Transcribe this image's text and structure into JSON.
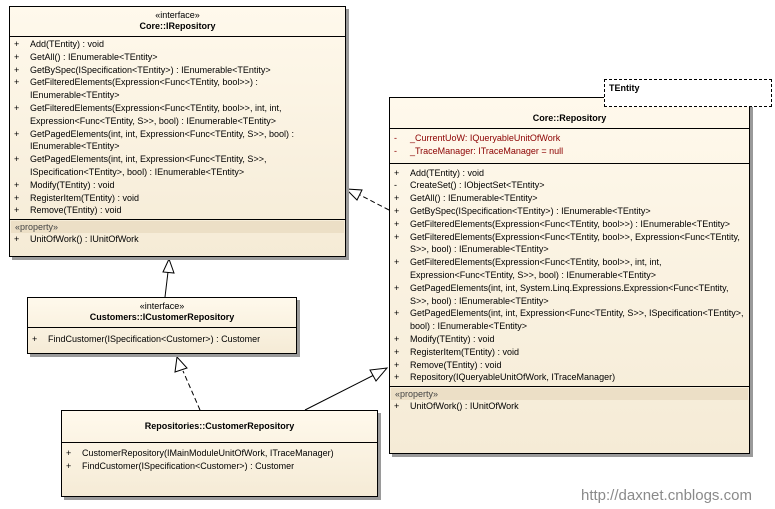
{
  "irepository": {
    "stereotype": "«interface»",
    "name": "Core::IRepository",
    "operations": [
      {
        "vis": "+",
        "text": "Add(TEntity) : void"
      },
      {
        "vis": "+",
        "text": "GetAll() : IEnumerable<TEntity>"
      },
      {
        "vis": "+",
        "text": "GetBySpec(ISpecification<TEntity>) : IEnumerable<TEntity>"
      },
      {
        "vis": "+",
        "text": "GetFilteredElements(Expression<Func<TEntity, bool>>) : IEnumerable<TEntity>"
      },
      {
        "vis": "+",
        "text": "GetFilteredElements(Expression<Func<TEntity, bool>>, int, int, Expression<Func<TEntity, S>>, bool) : IEnumerable<TEntity>"
      },
      {
        "vis": "+",
        "text": "GetPagedElements(int, int, Expression<Func<TEntity, S>>, bool) : IEnumerable<TEntity>"
      },
      {
        "vis": "+",
        "text": "GetPagedElements(int, int, Expression<Func<TEntity, S>>, ISpecification<TEntity>, bool) : IEnumerable<TEntity>"
      },
      {
        "vis": "+",
        "text": "Modify(TEntity) : void"
      },
      {
        "vis": "+",
        "text": "RegisterItem(TEntity) : void"
      },
      {
        "vis": "+",
        "text": "Remove(TEntity) : void"
      }
    ],
    "property_label": "«property»",
    "properties": [
      {
        "vis": "+",
        "text": "UnitOfWork() : IUnitOfWork"
      }
    ]
  },
  "icustomerrepository": {
    "stereotype": "«interface»",
    "name": "Customers::ICustomerRepository",
    "operations": [
      {
        "vis": "+",
        "text": "FindCustomer(ISpecification<Customer>) : Customer"
      }
    ]
  },
  "customerrepository": {
    "name": "Repositories::CustomerRepository",
    "operations": [
      {
        "vis": "+",
        "text": "CustomerRepository(IMainModuleUnitOfWork, ITraceManager)"
      },
      {
        "vis": "+",
        "text": "FindCustomer(ISpecification<Customer>) : Customer"
      }
    ]
  },
  "repository": {
    "template_param": "TEntity",
    "name": "Core::Repository",
    "attributes": [
      {
        "vis": "-",
        "text": "_CurrentUoW:  IQueryableUnitOfWork"
      },
      {
        "vis": "-",
        "text": "_TraceManager:  ITraceManager = null"
      }
    ],
    "operations": [
      {
        "vis": "+",
        "text": "Add(TEntity) : void"
      },
      {
        "vis": "-",
        "text": "CreateSet() : IObjectSet<TEntity>"
      },
      {
        "vis": "+",
        "text": "GetAll() : IEnumerable<TEntity>"
      },
      {
        "vis": "+",
        "text": "GetBySpec(ISpecification<TEntity>) : IEnumerable<TEntity>"
      },
      {
        "vis": "+",
        "text": "GetFilteredElements(Expression<Func<TEntity, bool>>) : IEnumerable<TEntity>"
      },
      {
        "vis": "+",
        "text": "GetFilteredElements(Expression<Func<TEntity, bool>>, Expression<Func<TEntity, S>>, bool) : IEnumerable<TEntity>"
      },
      {
        "vis": "+",
        "text": "GetFilteredElements(Expression<Func<TEntity, bool>>, int, int, Expression<Func<TEntity, S>>, bool) : IEnumerable<TEntity>"
      },
      {
        "vis": "+",
        "text": "GetPagedElements(int, int, System.Linq.Expressions.Expression<Func<TEntity, S>>, bool) : IEnumerable<TEntity>"
      },
      {
        "vis": "+",
        "text": "GetPagedElements(int, int, Expression<Func<TEntity, S>>, ISpecification<TEntity>, bool) : IEnumerable<TEntity>"
      },
      {
        "vis": "+",
        "text": "Modify(TEntity) : void"
      },
      {
        "vis": "+",
        "text": "RegisterItem(TEntity) : void"
      },
      {
        "vis": "+",
        "text": "Remove(TEntity) : void"
      },
      {
        "vis": "+",
        "text": "Repository(IQueryableUnitOfWork, ITraceManager)"
      }
    ],
    "property_label": "«property»",
    "properties": [
      {
        "vis": "+",
        "text": "UnitOfWork() : IUnitOfWork"
      }
    ]
  },
  "watermark": "http://daxnet.cnblogs.com"
}
